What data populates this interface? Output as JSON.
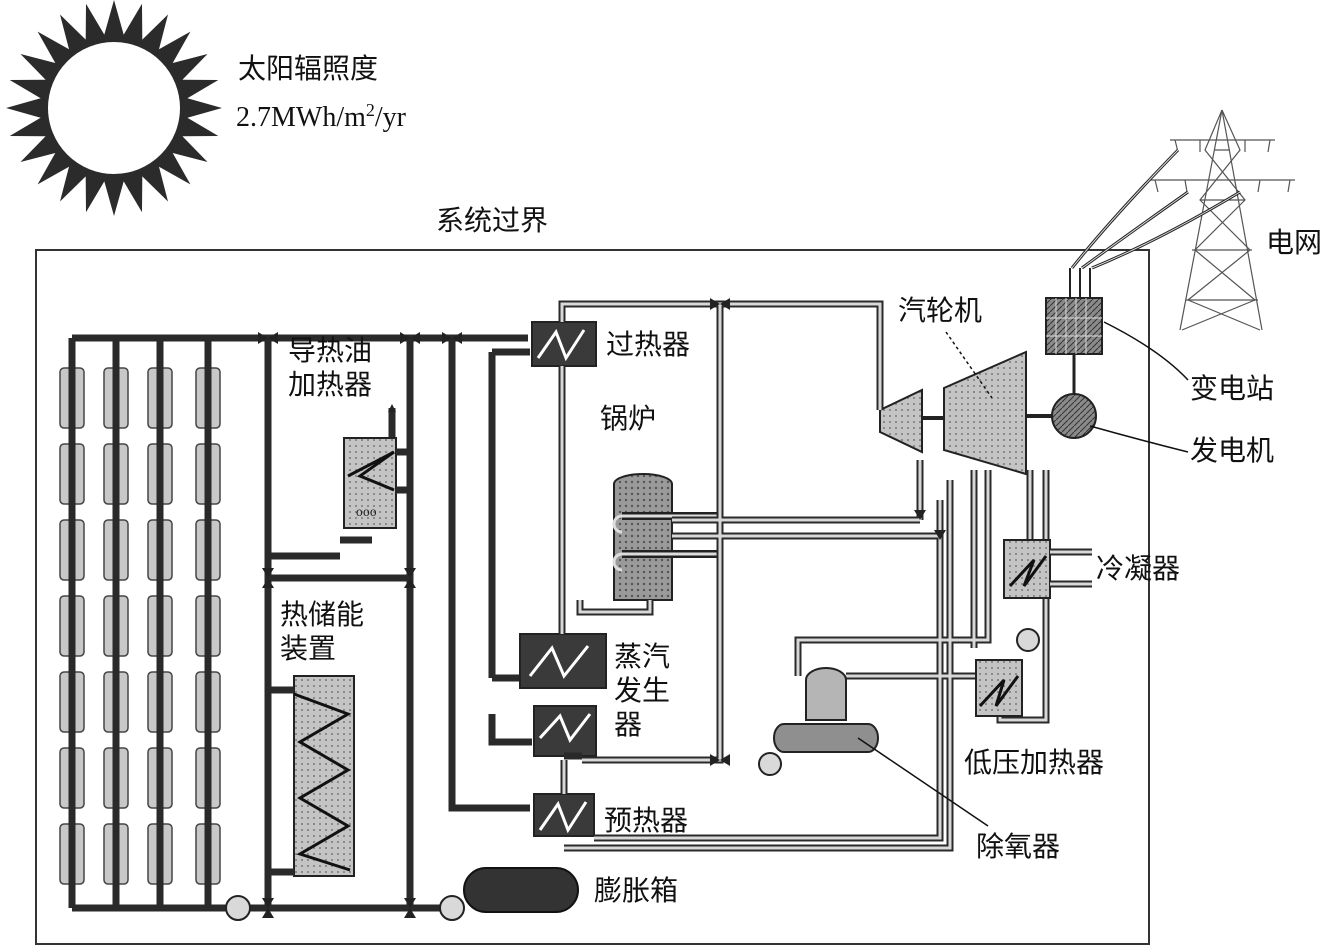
{
  "solar": {
    "title": "太阳辐照度",
    "value_number": "2.7MWh/m",
    "value_sup": "2",
    "value_unit": "/yr"
  },
  "boundary": {
    "label": "系统过界"
  },
  "labels": {
    "grid": "电网",
    "substation": "变电站",
    "generator": "发电机",
    "turbine": "汽轮机",
    "superheater": "过热器",
    "oil_heater_1": "导热油",
    "oil_heater_2": "加热器",
    "boiler": "锅炉",
    "storage_1": "热储能",
    "storage_2": "装置",
    "steam_gen_1": "蒸汽",
    "steam_gen_2": "发生",
    "steam_gen_3": "器",
    "condenser": "冷凝器",
    "lp_heater": "低压加热器",
    "preheater": "预热器",
    "deaerator": "除氧器",
    "expansion_tank": "膨胀箱"
  },
  "colors": {
    "pipe": "#2a2a2a",
    "equipment_dark": "#3a3a3a",
    "equipment_light": "#bdbdbd",
    "collector": "#c8c8c8"
  }
}
